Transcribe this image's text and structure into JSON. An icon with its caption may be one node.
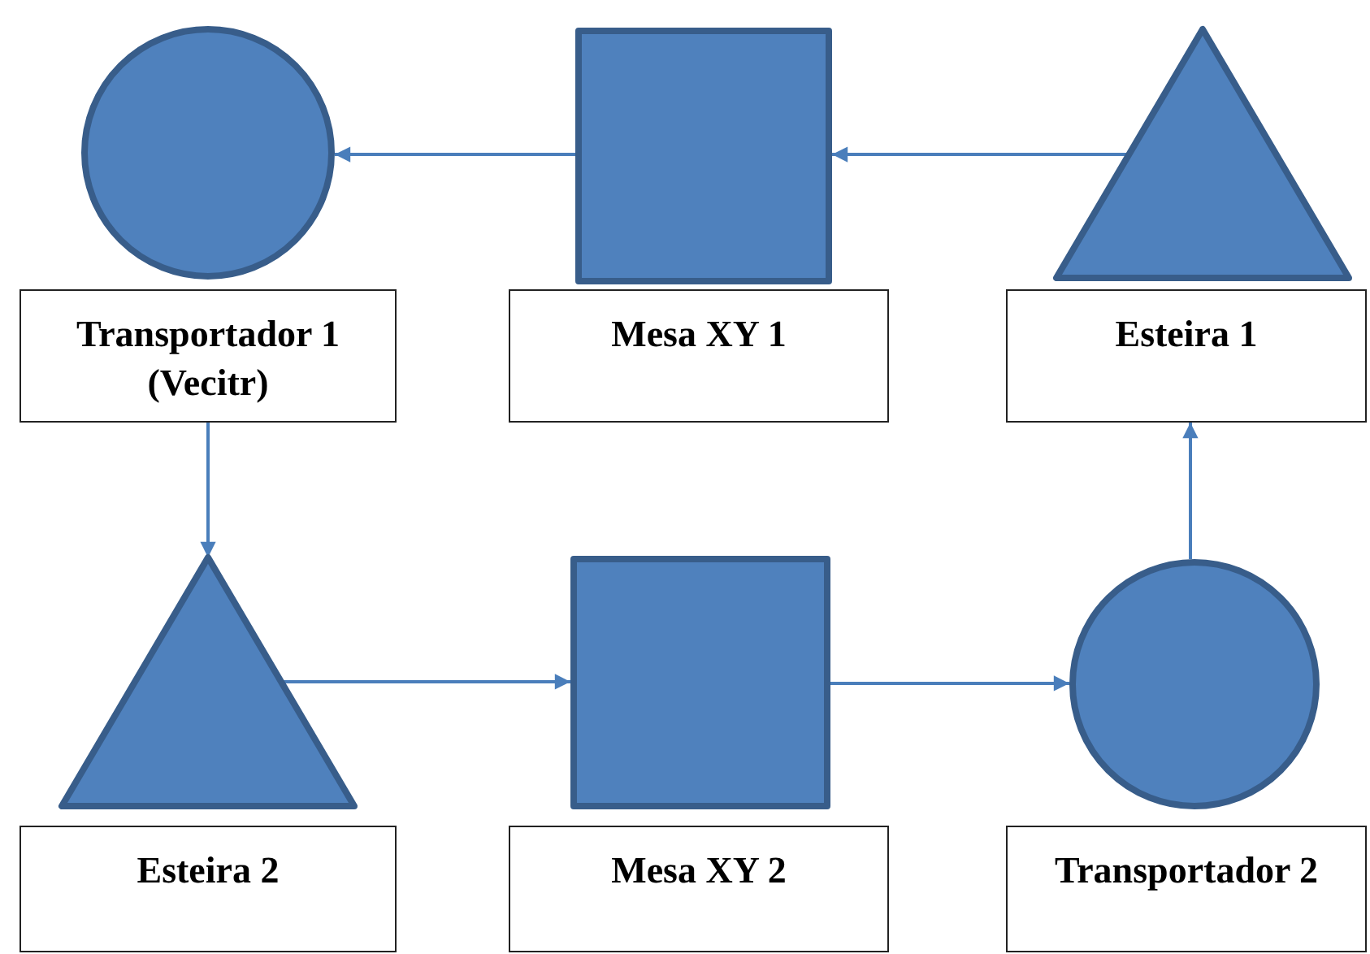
{
  "diagram": {
    "nodes": [
      {
        "text": [],
        "shape": "circle"
      },
      {
        "text": [],
        "shape": "box"
      },
      {
        "text": [],
        "shape": "triangle"
      },
      {
        "text": [
          "Transportador 1 (Vecitr)"
        ]
      },
      {
        "text": [
          "Mesa XY 1"
        ]
      },
      {
        "text": [
          "Esteira 1"
        ]
      },
      {
        "text": [],
        "shape": "triangle"
      },
      {
        "text": [],
        "shape": "box"
      },
      {
        "text": [],
        "shape": "circle"
      },
      {
        "text": [
          "Esteira 2"
        ]
      },
      {
        "text": [
          "Mesa XY 2"
        ]
      },
      {
        "text": [
          "Transportador 2"
        ]
      }
    ],
    "edges": [
      {
        "from": 1,
        "to": 0,
        "arrow": "to"
      },
      {
        "from": 2,
        "to": 1,
        "arrow": "to"
      },
      {
        "from": 3,
        "to": 6,
        "arrow": "to"
      },
      {
        "from": 6,
        "to": 7,
        "arrow": "to"
      },
      {
        "from": 7,
        "to": 8,
        "arrow": "to"
      },
      {
        "from": 8,
        "to": 5,
        "arrow": "to"
      }
    ]
  }
}
